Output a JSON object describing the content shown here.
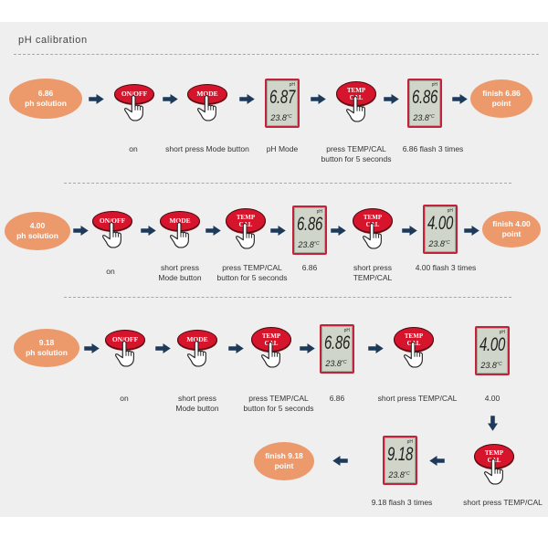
{
  "title": "pH calibration",
  "colors": {
    "panel": "#efefef",
    "solution": "#ec9a6c",
    "button": "#d6142c",
    "button_edge": "#4a0a10",
    "lcd_border": "#c5213a",
    "lcd_screen": "#cfd5c8",
    "arrow": "#1e3a5a",
    "text": "#333333"
  },
  "icons": {
    "step_arrow": "arrow-icon",
    "press": "pointing-hand-icon"
  },
  "rows": [
    {
      "solution": [
        "6.86",
        "ph solution"
      ],
      "steps": [
        {
          "button": [
            "ON/OFF"
          ],
          "caption": [
            "on"
          ]
        },
        {
          "button": [
            "MODE"
          ],
          "caption": [
            "short press Mode button"
          ]
        },
        {
          "display": {
            "mode": "pH",
            "reading": "6.87",
            "temp": "23.8",
            "unit": "°C"
          },
          "caption": [
            "pH Mode"
          ]
        },
        {
          "button": [
            "TEMP",
            "CAL"
          ],
          "caption": [
            "press TEMP/CAL",
            "button for 5 seconds"
          ]
        },
        {
          "display": {
            "mode": "pH",
            "reading": "6.86",
            "temp": "23.8",
            "unit": "°C"
          },
          "caption": [
            "6.86 flash 3 times"
          ]
        }
      ],
      "finish": [
        "finish 6.86",
        "point"
      ]
    },
    {
      "solution": [
        "4.00",
        "ph solution"
      ],
      "steps": [
        {
          "button": [
            "ON/OFF"
          ],
          "caption": [
            "on"
          ]
        },
        {
          "button": [
            "MODE"
          ],
          "caption": [
            "short press",
            "Mode button"
          ]
        },
        {
          "button": [
            "TEMP",
            "CAL"
          ],
          "caption": [
            "press TEMP/CAL",
            "button for 5 seconds"
          ]
        },
        {
          "display": {
            "mode": "pH",
            "reading": "6.86",
            "temp": "23.8",
            "unit": "°C"
          },
          "caption": [
            "6.86"
          ]
        },
        {
          "button": [
            "TEMP",
            "CAL"
          ],
          "caption": [
            "short press",
            "TEMP/CAL"
          ]
        },
        {
          "display": {
            "mode": "pH",
            "reading": "4.00",
            "temp": "23.8",
            "unit": "°C"
          },
          "caption": [
            "4.00 flash 3 times"
          ]
        }
      ],
      "finish": [
        "finish 4.00",
        "point"
      ]
    },
    {
      "solution": [
        "9.18",
        "ph solution"
      ],
      "steps": [
        {
          "button": [
            "ON/OFF"
          ],
          "caption": [
            "on"
          ]
        },
        {
          "button": [
            "MODE"
          ],
          "caption": [
            "short press",
            "Mode button"
          ]
        },
        {
          "button": [
            "TEMP",
            "CAL"
          ],
          "caption": [
            "press TEMP/CAL",
            "button for 5 seconds"
          ]
        },
        {
          "display": {
            "mode": "pH",
            "reading": "6.86",
            "temp": "23.8",
            "unit": "°C"
          },
          "caption": [
            "6.86"
          ]
        },
        {
          "button": [
            "TEMP",
            "CAL"
          ],
          "caption": [
            "short press TEMP/CAL"
          ]
        },
        {
          "display": {
            "mode": "pH",
            "reading": "4.00",
            "temp": "23.8",
            "unit": "°C"
          },
          "caption": [
            "4.00"
          ]
        },
        {
          "button": [
            "TEMP",
            "CAL"
          ],
          "caption": [
            "short press TEMP/CAL"
          ]
        },
        {
          "display": {
            "mode": "pH",
            "reading": "9.18",
            "temp": "23.8",
            "unit": "°C"
          },
          "caption": [
            "9.18 flash 3 times"
          ]
        }
      ],
      "finish": [
        "finish 9.18",
        "point"
      ]
    }
  ]
}
